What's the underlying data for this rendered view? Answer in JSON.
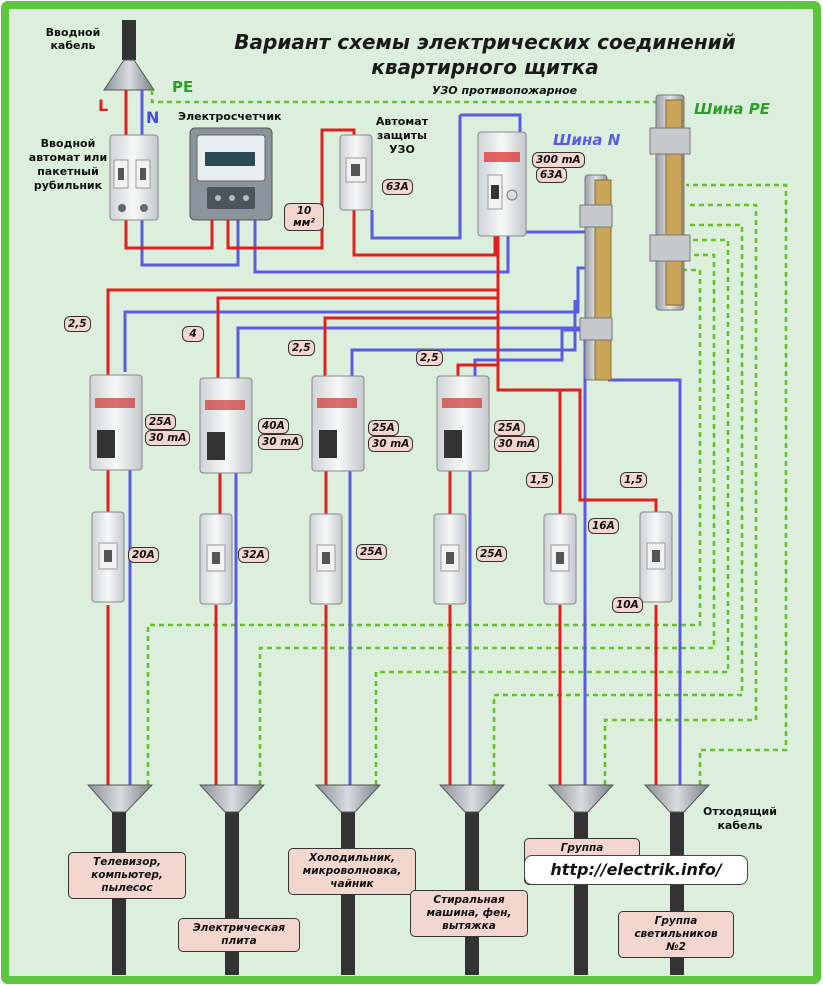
{
  "title": {
    "line1": "Вариант схемы электрических соединений",
    "line2": "квартирного щитка"
  },
  "labels": {
    "input_cable": "Вводной кабель",
    "pe": "PE",
    "l": "L",
    "n": "N",
    "uzo_fire": "УЗО противопожарное",
    "pe_bus": "Шина PE",
    "n_bus": "Шина N",
    "main_breaker": "Вводной автомат или пакетный рубильник",
    "meter": "Электросчетчик",
    "uzo_breaker": "Автомат защиты УЗО",
    "meter_wire": "10 мм²",
    "outgoing_cable": "Отходящий кабель",
    "url": "http://electrik.info/"
  },
  "ratings": {
    "uzo_breaker": "63A",
    "main_uzo_current": "300 mA",
    "main_uzo_rating": "63A",
    "rcd_1_rating": "25A",
    "rcd_1_current": "30 mA",
    "rcd_2_rating": "40A",
    "rcd_2_current": "30 mA",
    "rcd_3_rating": "25A",
    "rcd_3_current": "30 mA",
    "rcd_4_rating": "25A",
    "rcd_4_current": "30 mA",
    "breaker_1": "20A",
    "breaker_2": "32A",
    "breaker_3": "25A",
    "breaker_4": "25A",
    "breaker_5": "16A",
    "breaker_6": "10A"
  },
  "wire_sections": {
    "g1": "2,5",
    "g2": "4",
    "g3": "2,5",
    "g4": "2,5",
    "g5": "1,5",
    "g6": "1,5"
  },
  "loads": {
    "load_1": "Телевизор, компьютер, пылесос",
    "load_2": "Электрическая плита",
    "load_3": "Холодильник, микроволновка, чайник",
    "load_4": "Стиральная машина, фен, вытяжка",
    "load_5": "Группа светильников №1",
    "load_6": "Группа светильников №2"
  },
  "colors": {
    "phase_wire": "#e02020",
    "neutral_wire": "#5a5ce0",
    "pe_wire": "#63c22a",
    "frame": "#5cc63c",
    "background": "#dcefdc",
    "label_bg": "#f3d7cf"
  }
}
